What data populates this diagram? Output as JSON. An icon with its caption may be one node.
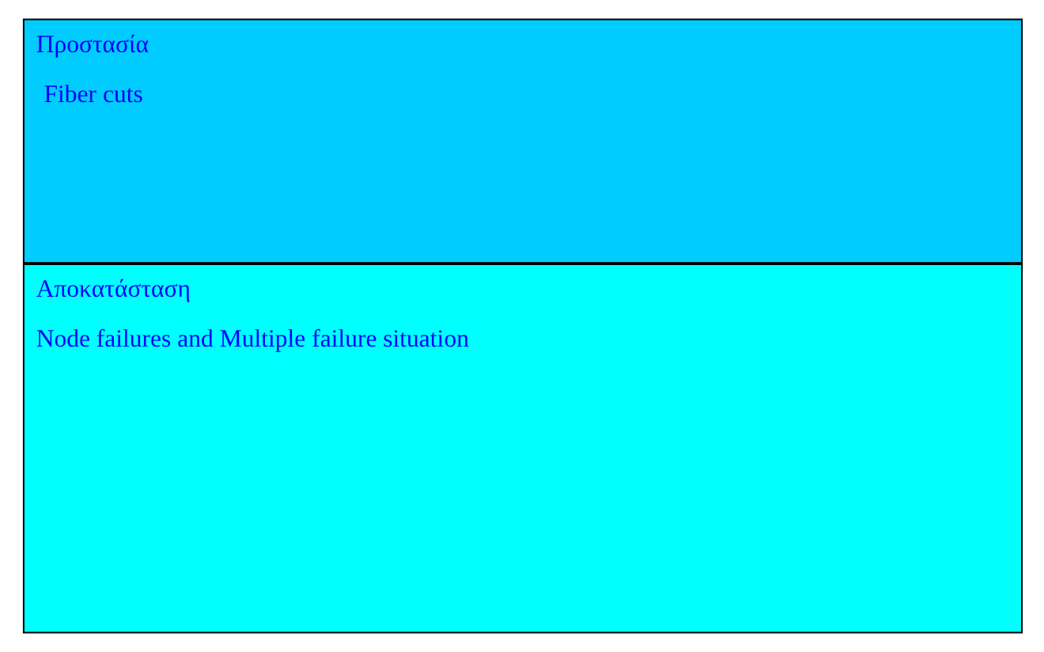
{
  "diagram": {
    "nodes": [
      {
        "text": [
          "Αποκατάσταση",
          "Node failures and Multiple failure situation"
        ]
      },
      {
        "text": [
          "Προστασία",
          "Fiber cuts"
        ]
      }
    ]
  }
}
